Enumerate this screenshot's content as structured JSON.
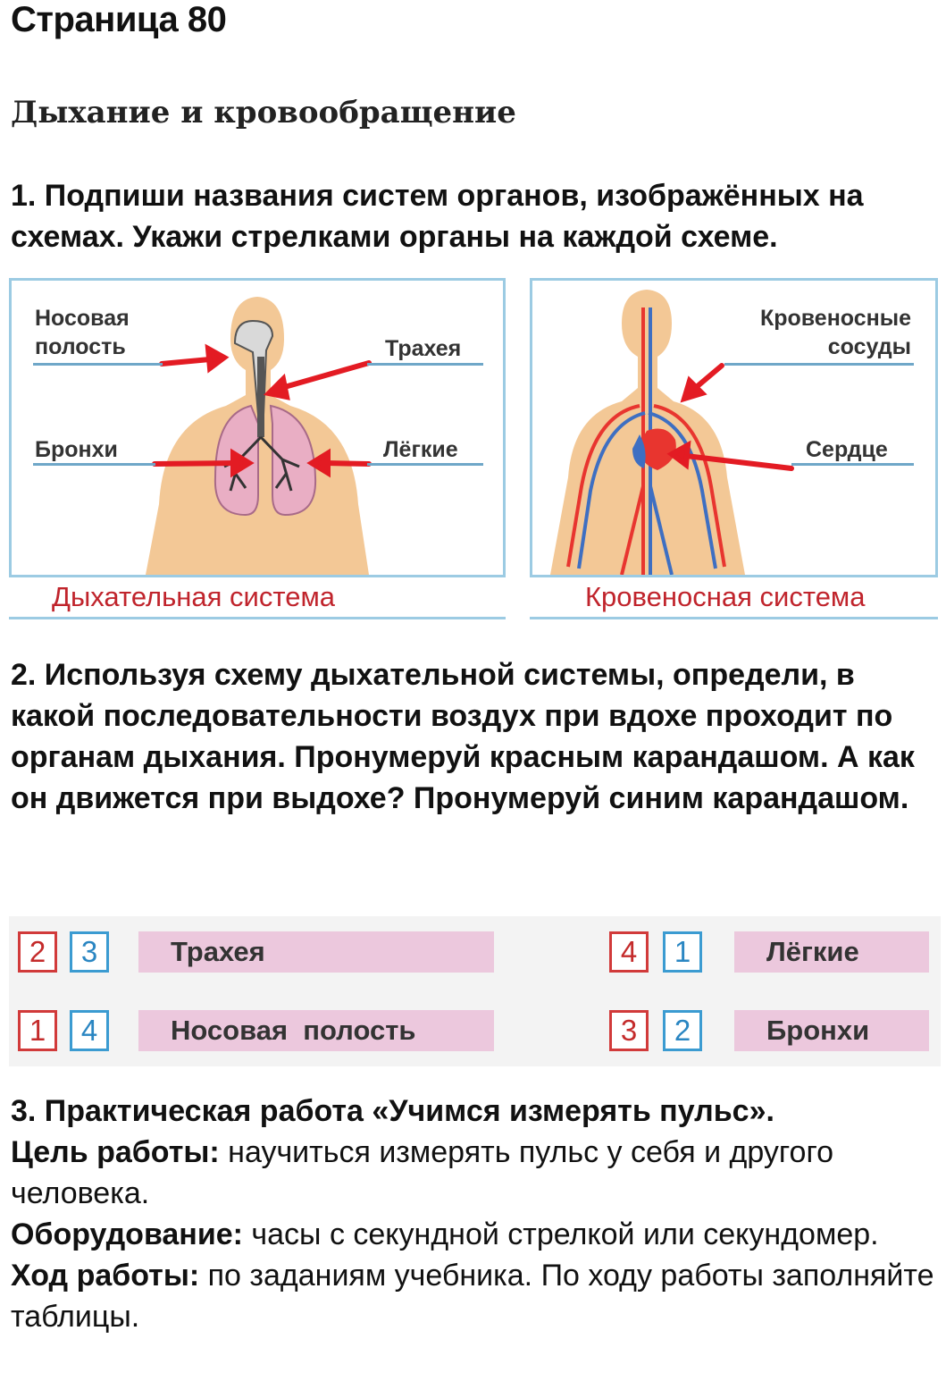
{
  "page_title": "Страница 80",
  "section_title": "Дыхание и кровообращение",
  "task1": {
    "text": "1. Подпиши названия систем органов, изображённых на схемах. Укажи стрелками органы на каждой схеме."
  },
  "respiratory": {
    "labels": {
      "nasal_line1": "Носовая",
      "nasal_line2": "полость",
      "trachea": "Трахея",
      "bronchi": "Бронхи",
      "lungs": "Лёгкие"
    },
    "caption": "Дыхательная система"
  },
  "circulatory": {
    "labels": {
      "vessels_line1": "Кровеносные",
      "vessels_line2": "сосуды",
      "heart": "Сердце"
    },
    "caption": "Кровеносная система"
  },
  "task2": {
    "text": "2. Используя схему дыхательной системы, определи, в какой последовательности воздух при вдохе проходит по органам дыхания. Пронумеруй красным карандашом. А как он движется при выдохе? Пронумеруй синим карандашом."
  },
  "sequence": [
    {
      "organ": "Трахея",
      "inhale": "2",
      "exhale": "3"
    },
    {
      "organ": "Лёгкие",
      "inhale": "4",
      "exhale": "1"
    },
    {
      "organ": "Носовая  полость",
      "inhale": "1",
      "exhale": "4"
    },
    {
      "organ": "Бронхи",
      "inhale": "3",
      "exhale": "2"
    }
  ],
  "task3": {
    "heading": "3. Практическая работа «Учимся измерять пульс».",
    "goal_label": "Цель работы:",
    "goal_text": " научиться измерять пульс у себя и другого человека.",
    "equipment_label": "Оборудование:",
    "equipment_text": " часы с секундной стрелкой или секундомер.",
    "procedure_label": "Ход работы:",
    "procedure_text": " по заданиям учебника. По ходу работы заполняйте таблицы."
  },
  "colors": {
    "arrow": "#e31b23",
    "inhale": "#c42b2b",
    "exhale": "#2a86c2",
    "organ_bg": "#ecc8dd",
    "frame": "#9ccbe3"
  }
}
